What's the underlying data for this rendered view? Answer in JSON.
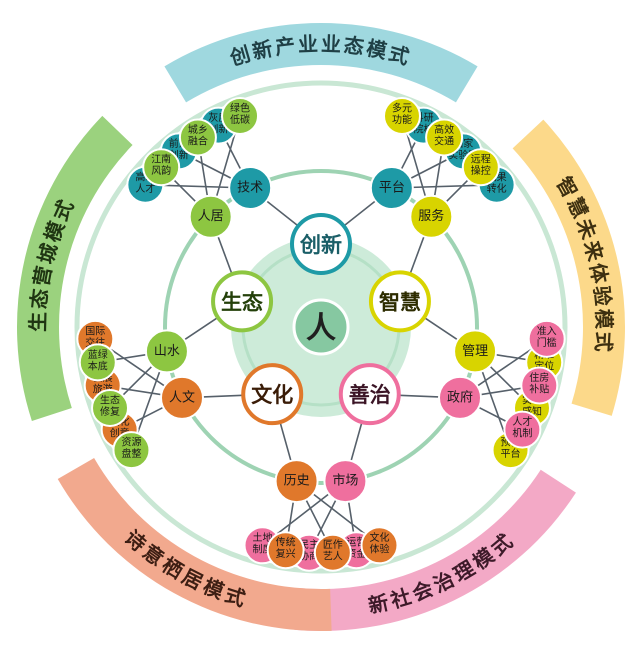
{
  "center": "人",
  "colors": {
    "ring_outer": "#c9e7d4",
    "ring_line": "#9ed3b3",
    "ring_inner": "#cdebd9",
    "center_disk": "#86c8a1",
    "center_text": "#1f1f1f",
    "link": "#56606a",
    "white": "#ffffff"
  },
  "banners": [
    {
      "id": "top",
      "text": "创新产业业态模式",
      "color": "#9fd8df",
      "text_color": "#1f3f45"
    },
    {
      "id": "right",
      "text": "智慧未来体验模式",
      "color": "#fcd98a",
      "text_color": "#3d2f10"
    },
    {
      "id": "bottom",
      "text": "新社会治理模式",
      "color": "#f3a9c6",
      "text_color": "#3d1a29"
    },
    {
      "id": "left",
      "text": "诗意栖居模式",
      "color": "#f2a98e",
      "text_color": "#3d1e13"
    },
    {
      "id": "leftup",
      "text": "生态营城模式",
      "color": "#9bd27e",
      "text_color": "#1f3512"
    }
  ],
  "groups": [
    {
      "id": "innovation",
      "label": "创新",
      "color": "#1e9aa6",
      "text_color": "#1a5e67",
      "subs": [
        {
          "label": "技术",
          "leaves": [
            "高端人才",
            "前沿创新",
            "灰度创新"
          ]
        },
        {
          "label": "平台",
          "leaves": [
            "科研院校",
            "国家实验室",
            "成果转化"
          ]
        }
      ]
    },
    {
      "id": "smart",
      "label": "智慧",
      "color": "#d8d400",
      "text_color": "#2d2c00",
      "subs": [
        {
          "label": "服务",
          "leaves": [
            "多元功能",
            "高效交通",
            "远程操控"
          ]
        },
        {
          "label": "管理",
          "leaves": [
            "精准定位",
            "实时感知",
            "预警平台"
          ]
        }
      ]
    },
    {
      "id": "governance",
      "label": "善治",
      "color": "#ef6f9e",
      "text_color": "#3b1526",
      "subs": [
        {
          "label": "政府",
          "leaves": [
            "准入门槛",
            "住房补贴",
            "人才机制"
          ]
        },
        {
          "label": "市场",
          "leaves": [
            "运营资金",
            "民主协商",
            "土地制度"
          ]
        }
      ]
    },
    {
      "id": "culture",
      "label": "文化",
      "color": "#e0782b",
      "text_color": "#3a1c07",
      "subs": [
        {
          "label": "历史",
          "leaves": [
            "文化体验",
            "匠作艺人",
            "传统复兴"
          ]
        },
        {
          "label": "人文",
          "leaves": [
            "文化创意",
            "会展旅游",
            "国际交往"
          ]
        }
      ]
    },
    {
      "id": "ecology",
      "label": "生态",
      "color": "#8dc641",
      "text_color": "#24400a",
      "subs": [
        {
          "label": "山水",
          "leaves": [
            "资源盘整",
            "生态修复",
            "蓝绿本底"
          ]
        },
        {
          "label": "人居",
          "leaves": [
            "江南风韵",
            "城乡融合",
            "绿色低碳"
          ]
        }
      ]
    }
  ]
}
